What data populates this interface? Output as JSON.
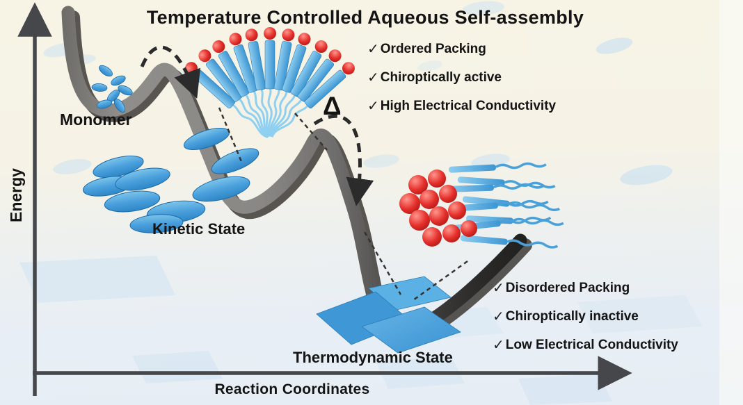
{
  "title": "Temperature Controlled Aqueous Self-assembly",
  "axes": {
    "y_label": "Energy",
    "x_label": "Reaction Coordinates"
  },
  "states": {
    "monomer": "Monomer",
    "kinetic": "Kinetic State",
    "thermodynamic": "Thermodynamic State"
  },
  "delta_symbol": "Δ",
  "checklists": {
    "kinetic": {
      "items": [
        {
          "check": "✓",
          "text": "Ordered Packing"
        },
        {
          "check": "✓",
          "text": "Chiroptically active"
        },
        {
          "check": "✓",
          "text": "High Electrical Conductivity"
        }
      ]
    },
    "thermodynamic": {
      "items": [
        {
          "check": "✓",
          "text": "Disordered Packing"
        },
        {
          "check": "✓",
          "text": "Chiroptically inactive"
        },
        {
          "check": "✓",
          "text": "Low Electrical Conductivity"
        }
      ]
    }
  },
  "energy_profile": {
    "type": "energy-landscape",
    "states": [
      {
        "name": "Monomer",
        "relative_energy": "highest",
        "well_depth": "shallow"
      },
      {
        "name": "Kinetic State",
        "relative_energy": "intermediate",
        "well_depth": "medium"
      },
      {
        "name": "Thermodynamic State",
        "relative_energy": "lowest",
        "well_depth": "deepest"
      }
    ],
    "transitions": [
      {
        "from": "Monomer",
        "to": "Kinetic State",
        "style": "dashed-arrow"
      },
      {
        "from": "Kinetic State",
        "to": "Thermodynamic State",
        "style": "dashed-arrow",
        "label": "Δ"
      }
    ]
  },
  "colors": {
    "accent_blue": "#4aa0dc",
    "accent_red": "#e5302c",
    "ribbon_gray": "#7d7b78",
    "background_cream": "#f6f3e6",
    "background_blue": "#e8eef5",
    "text": "#141414"
  }
}
